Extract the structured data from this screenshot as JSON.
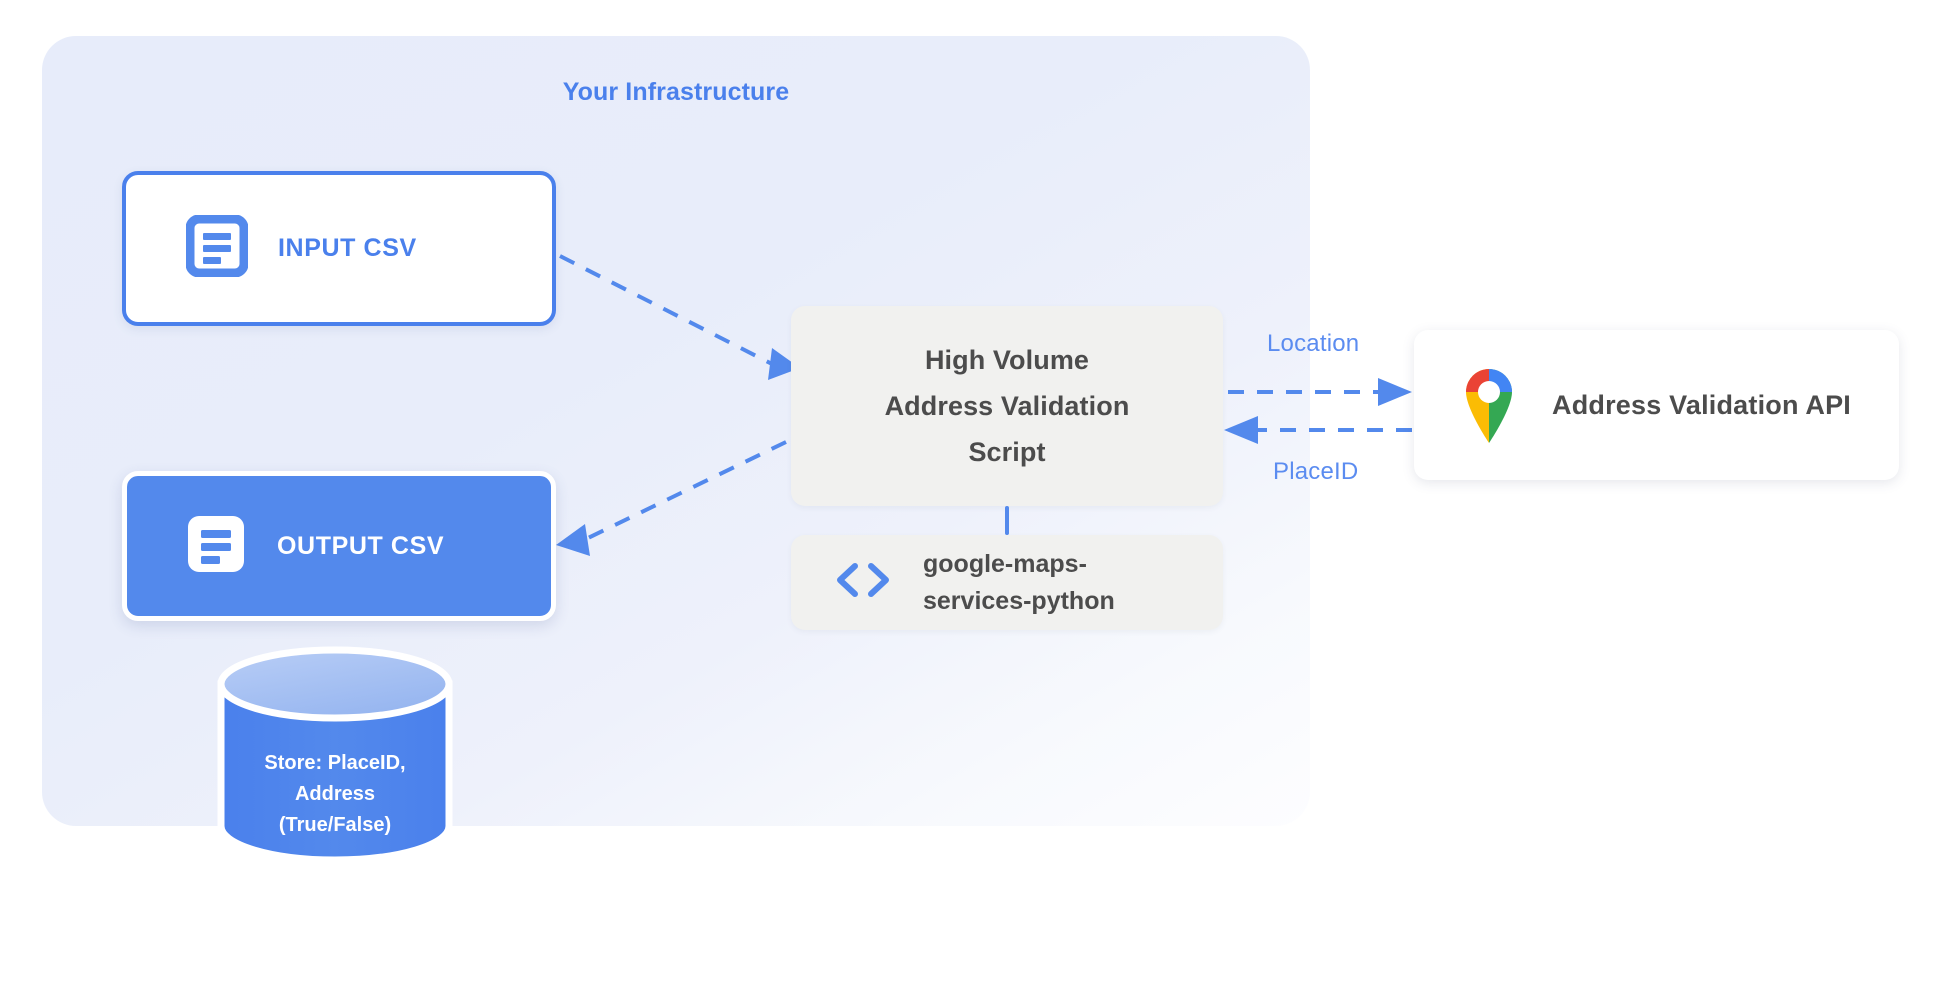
{
  "panel": {
    "title": "Your Infrastructure",
    "title_color": "#4a80ec",
    "background_color": "#e8edfa"
  },
  "nodes": {
    "input_csv": {
      "label": "INPUT CSV",
      "icon": "document-icon",
      "border_color": "#4a80ec",
      "text_color": "#4a80ec",
      "background_color": "#ffffff"
    },
    "output_csv": {
      "label": "OUTPUT CSV",
      "icon": "document-icon",
      "text_color": "#ffffff",
      "background_color": "#5389ec"
    },
    "script": {
      "line1": "High Volume",
      "line2": "Address Validation",
      "line3": "Script",
      "background_color": "#f1f1ef",
      "text_color": "#4c4c4c"
    },
    "library": {
      "line1": "google-maps-",
      "line2": "services-python",
      "icon": "code-icon",
      "icon_color": "#5389ec",
      "background_color": "#f1f1ef"
    },
    "api": {
      "label": "Address Validation API",
      "icon": "google-maps-pin-icon",
      "background_color": "#ffffff",
      "text_color": "#4c4c4c"
    },
    "database": {
      "line1": "Store: PlaceID,",
      "line2": "Address",
      "line3": "(True/False)",
      "body_color": "#5389ec",
      "top_color": "#a8c3f2",
      "text_color": "#ffffff"
    }
  },
  "connectors": {
    "location_label": "Location",
    "placeid_label": "PlaceID",
    "arrow_color": "#5389ec"
  }
}
